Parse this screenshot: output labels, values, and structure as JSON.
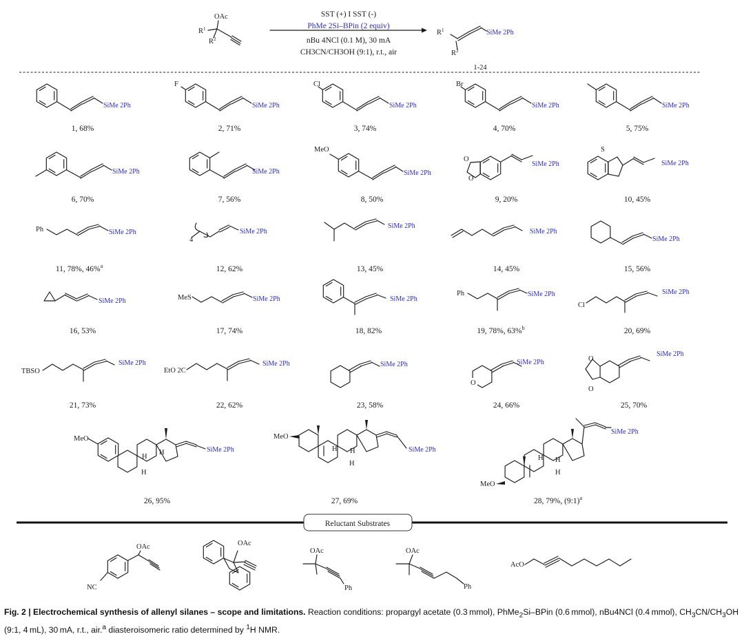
{
  "scheme": {
    "sm_oac": "OAc",
    "sm_r1": "R",
    "sm_r1_sup": "1",
    "sm_r2": "R",
    "sm_r2_sup": "2",
    "conditions": [
      "SST (+) I SST (-)",
      "PhMe 2Si–BPin (2 equiv)",
      "nBu 4NCl (0.1 M), 30 mA",
      "CH3CN/CH3OH (9:1), r.t., air"
    ],
    "product_si": "SiMe 2Ph",
    "product_range": "1-24"
  },
  "labels": {
    "si": "SiMe 2Ph",
    "F": "F",
    "Cl": "Cl",
    "Br": "Br",
    "MeO": "MeO",
    "S": "S",
    "O": "O",
    "Ph": "Ph",
    "MeS": "MeS",
    "TBSO": "TBSO",
    "EtO2C": "EtO 2C",
    "H": "H",
    "four": "4",
    "OAc": "OAc",
    "NC": "NC",
    "AcO": "AcO"
  },
  "compounds": [
    {
      "id": "1",
      "yield": "68%"
    },
    {
      "id": "2",
      "yield": "71%"
    },
    {
      "id": "3",
      "yield": "74%"
    },
    {
      "id": "4",
      "yield": "70%"
    },
    {
      "id": "5",
      "yield": "75%"
    },
    {
      "id": "6",
      "yield": "70%"
    },
    {
      "id": "7",
      "yield": "56%"
    },
    {
      "id": "8",
      "yield": "50%"
    },
    {
      "id": "9",
      "yield": "20%"
    },
    {
      "id": "10",
      "yield": "45%"
    },
    {
      "id": "11",
      "yield": "78%,  46%",
      "note": "a"
    },
    {
      "id": "12",
      "yield": "62%"
    },
    {
      "id": "13",
      "yield": "45%"
    },
    {
      "id": "14",
      "yield": "45%"
    },
    {
      "id": "15",
      "yield": "56%"
    },
    {
      "id": "16",
      "yield": "53%"
    },
    {
      "id": "17",
      "yield": "74%"
    },
    {
      "id": "18",
      "yield": "82%"
    },
    {
      "id": "19",
      "yield": "78%,  63%",
      "note": "b"
    },
    {
      "id": "20",
      "yield": "69%"
    },
    {
      "id": "21",
      "yield": "73%"
    },
    {
      "id": "22",
      "yield": "62%"
    },
    {
      "id": "23",
      "yield": "58%"
    },
    {
      "id": "24",
      "yield": "66%"
    },
    {
      "id": "25",
      "yield": "70%"
    },
    {
      "id": "26",
      "yield": "95%"
    },
    {
      "id": "27",
      "yield": "69%"
    },
    {
      "id": "28",
      "yield": "79%,  (9:1)",
      "note": "a"
    }
  ],
  "reluctant_title": "Reluctant   Substrates",
  "caption": {
    "bold": "Fig. 2 | Electrochemical synthesis of allenyl silanes – scope and limitations.",
    "text_1": " Reaction conditions: propargyl acetate (0.3 mmol), PhMe",
    "text_2": "Si–BPin (0.6 mmol), nBu4NCl (0.4 mmol), CH",
    "text_3": "CN/CH",
    "text_4": "OH (9:1, 4 mL), 30 mA, r.t., air.",
    "sup_a": "a",
    "text_5": " diasteroisomeric ratio determined by ",
    "sup_1": "1",
    "text_6": "H NMR."
  }
}
